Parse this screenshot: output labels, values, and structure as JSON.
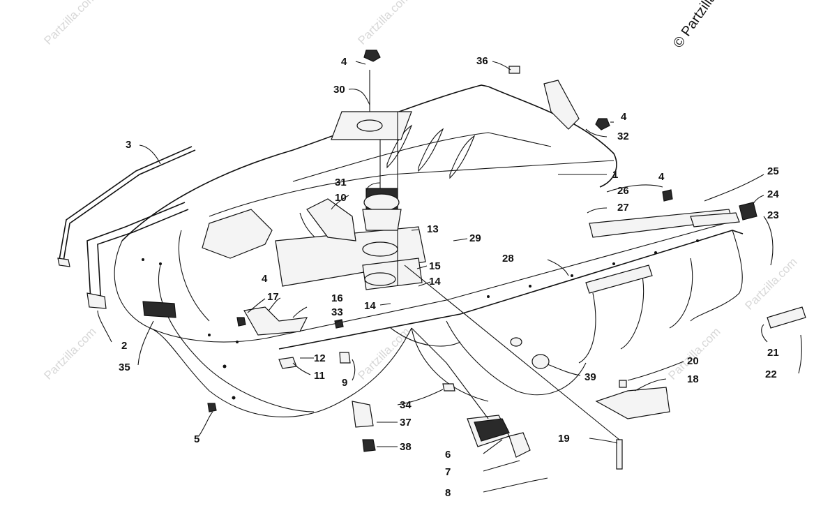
{
  "watermark": {
    "copyright": "© Partzilla.com",
    "brand": "Partzilla.com"
  },
  "callouts": {
    "c1": "1",
    "c2": "2",
    "c3": "3",
    "c4a": "4",
    "c4b": "4",
    "c4c": "4",
    "c4d": "4",
    "c5": "5",
    "c6": "6",
    "c7": "7",
    "c8": "8",
    "c9": "9",
    "c10": "10",
    "c11": "11",
    "c12": "12",
    "c13": "13",
    "c14a": "14",
    "c14b": "14",
    "c15": "15",
    "c16": "16",
    "c17": "17",
    "c18": "18",
    "c19": "19",
    "c20": "20",
    "c21": "21",
    "c22": "22",
    "c23": "23",
    "c24": "24",
    "c25": "25",
    "c26": "26",
    "c27": "27",
    "c28": "28",
    "c29": "29",
    "c30": "30",
    "c31": "31",
    "c32": "32",
    "c33": "33",
    "c34": "34",
    "c35": "35",
    "c36": "36",
    "c37": "37",
    "c38": "38",
    "c39": "39"
  }
}
